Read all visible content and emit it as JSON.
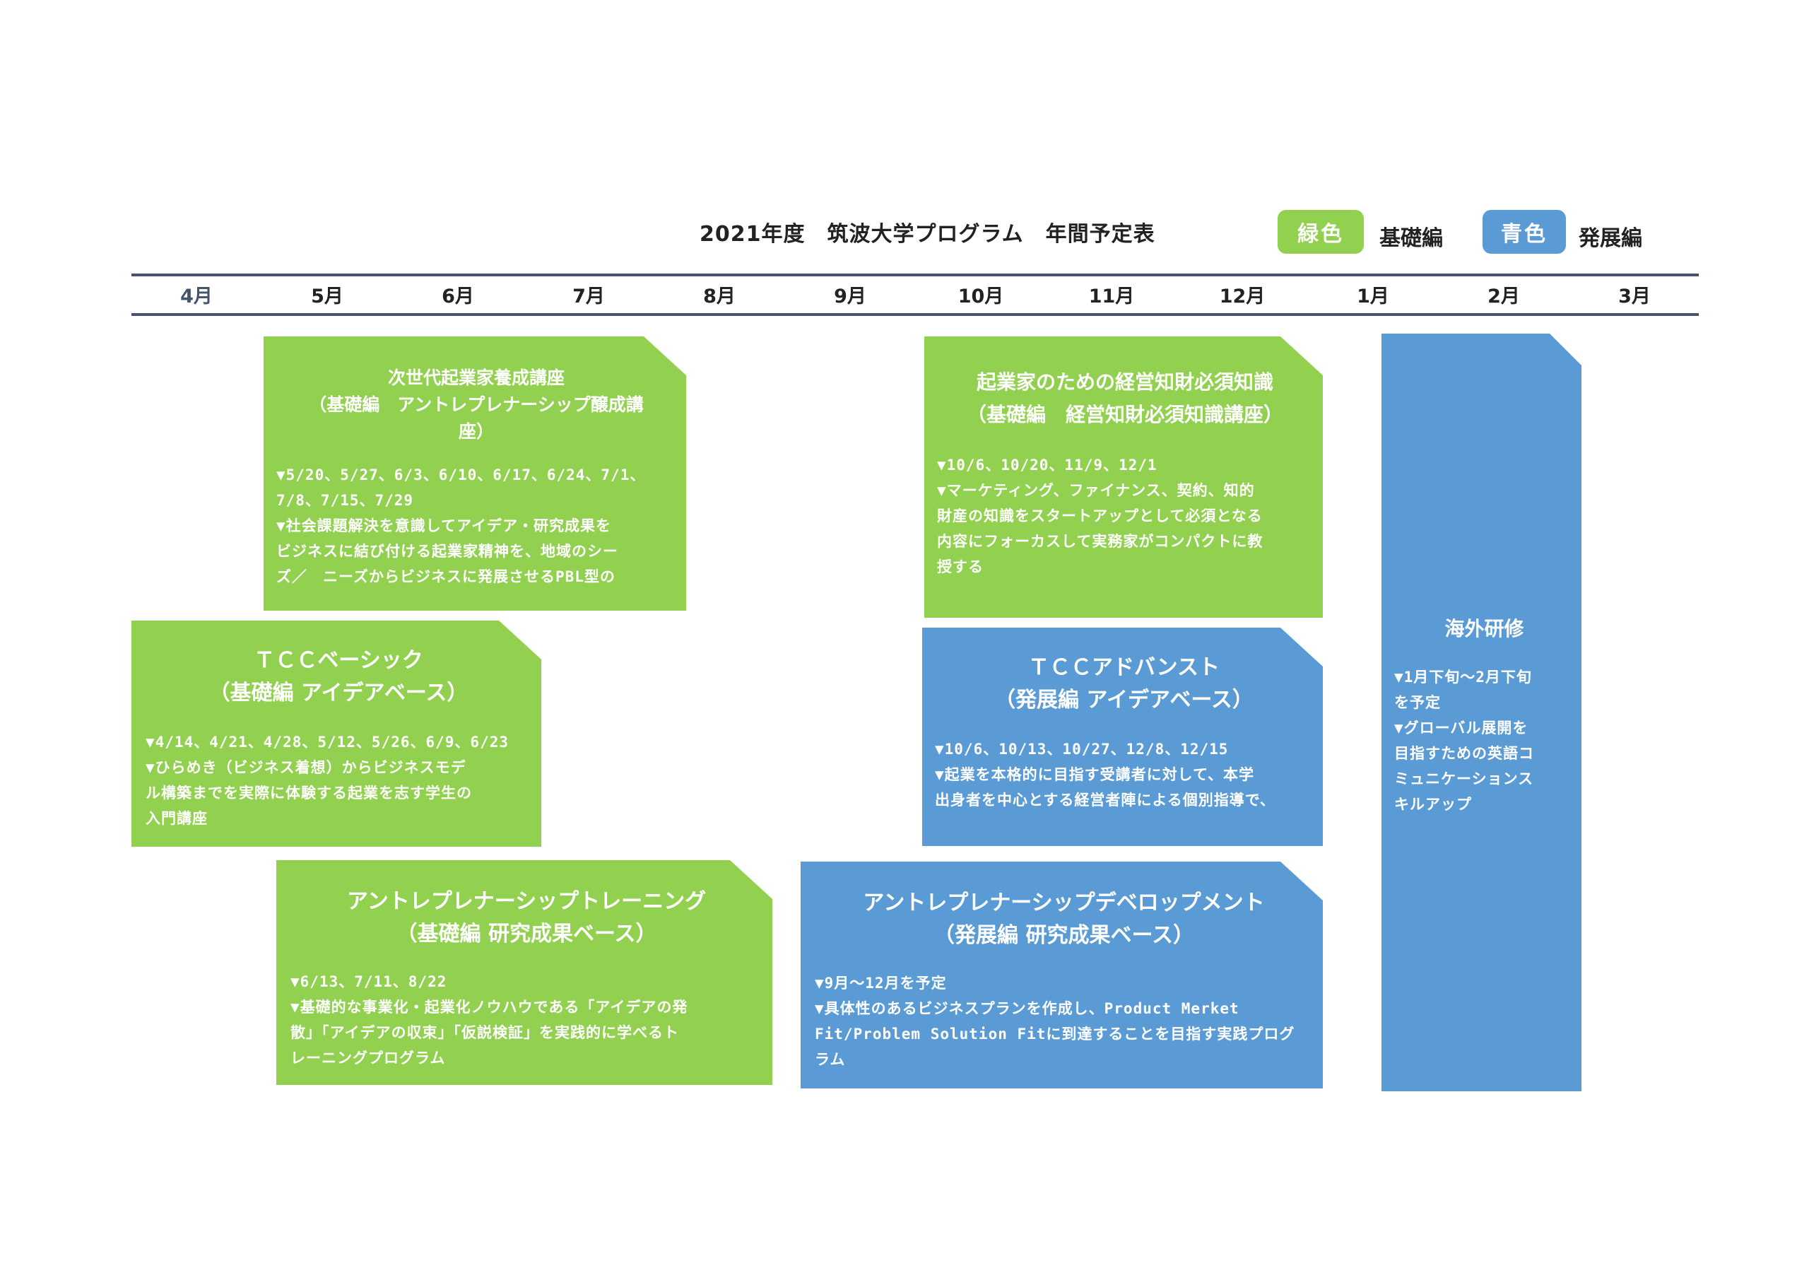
{
  "title": "2021年度　筑波大学プログラム　年間予定表",
  "legend": {
    "green": {
      "chip": "緑色",
      "label": "基礎編",
      "color": "#92d050"
    },
    "blue": {
      "chip": "青色",
      "label": "発展編",
      "color": "#5b9bd5"
    }
  },
  "months": [
    "4月",
    "5月",
    "6月",
    "7月",
    "8月",
    "9月",
    "10月",
    "11月",
    "12月",
    "1月",
    "2月",
    "3月"
  ],
  "programs": [
    {
      "id": "jisedai",
      "title": "次世代起業家養成講座\n（基礎編　アントレプレナーシップ醸成講\n座）",
      "body": "▼5/20、5/27、6/3、6/10、6/17、6/24、7/1、\n7/8、7/15、7/29\n▼社会課題解決を意識してアイデア・研究成果を\nビジネスに結び付ける起業家精神を、地域のシー\nズ／　ニーズからビジネスに発展させるPBL型の"
    },
    {
      "id": "keiei-chizai",
      "title": "起業家のための経営知財必須知識\n（基礎編　経営知財必須知識講座）",
      "body": "▼10/6、10/20、11/9、12/1\n▼マーケティング、ファイナンス、契約、知的\n財産の知識をスタートアップとして必須となる\n内容にフォーカスして実務家がコンパクトに教\n授する"
    },
    {
      "id": "tcc-basic",
      "title": "ＴＣＣベーシック\n（基礎編 アイデアベース）",
      "body": "▼4/14、4/21、4/28、5/12、5/26、6/9、6/23\n▼ひらめき（ビジネス着想）からビジネスモデ\nル構築までを実際に体験する起業を志す学生の\n入門講座"
    },
    {
      "id": "tcc-advanced",
      "title": "ＴＣＣアドバンスト\n（発展編 アイデアベース）",
      "body": "▼10/6、10/13、10/27、12/8、12/15\n▼起業を本格的に目指す受講者に対して、本学\n出身者を中心とする経営者陣による個別指導で、"
    },
    {
      "id": "entre-training",
      "title": "アントレプレナーシップトレーニング\n（基礎編 研究成果ベース）",
      "body": "▼6/13、7/11、8/22\n▼基礎的な事業化・起業化ノウハウである「アイデアの発\n散」「アイデアの収束」「仮説検証」を実践的に学べるト\nレーニングプログラム"
    },
    {
      "id": "entre-development",
      "title": "アントレプレナーシップデベロップメント\n（発展編 研究成果ベース）",
      "body": "▼9月～12月を予定\n▼具体性のあるビジネスプランを作成し、Product Merket\nFit/Problem Solution Fitに到達することを目指す実践プログ\nラム"
    },
    {
      "id": "kaigai",
      "title": "海外研修",
      "body": "▼1月下旬～2月下旬\nを予定\n▼グローバル展開を\n目指すための英語コ\nミュニケーションス\nキルアップ"
    }
  ]
}
